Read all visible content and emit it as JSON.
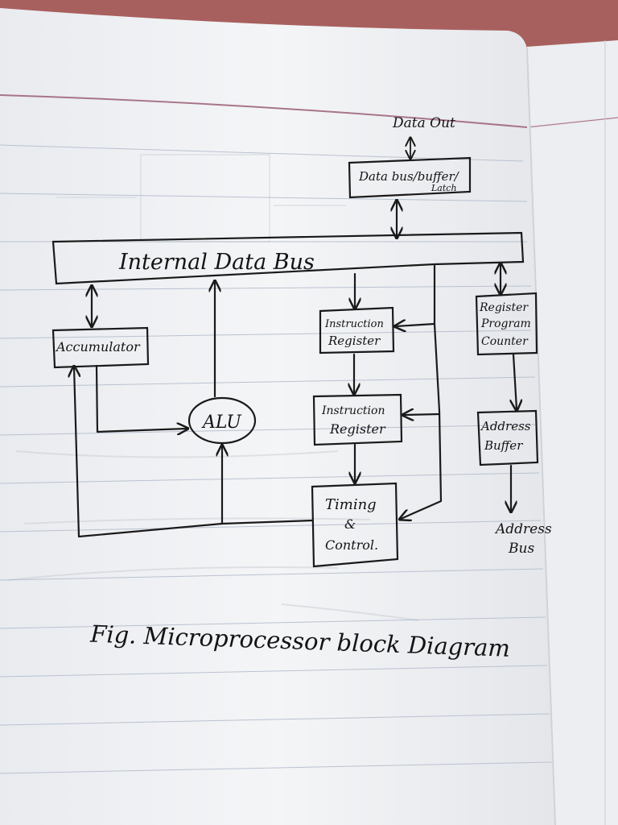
{
  "diagram": {
    "nodes": {
      "data_out": "Data Out",
      "data_bus_buffer_latch": [
        "Data bus/buffer/",
        "Latch"
      ],
      "internal_data_bus": "Internal Data Bus",
      "accumulator": "Accumulator",
      "instruction_register_1": [
        "Instruction",
        "Register"
      ],
      "instruction_register_2": [
        "Instruction",
        "Register"
      ],
      "alu": "ALU",
      "timing_control": [
        "Timing",
        "&",
        "Control."
      ],
      "register_program_counter": [
        "Register",
        "Program",
        "Counter"
      ],
      "address_buffer": [
        "Address",
        "Buffer"
      ],
      "address_bus": [
        "Address",
        "Bus"
      ]
    },
    "edges": [
      {
        "from": "data_out",
        "to": "data_bus_buffer_latch",
        "direction": "both"
      },
      {
        "from": "data_bus_buffer_latch",
        "to": "internal_data_bus",
        "direction": "both"
      },
      {
        "from": "internal_data_bus",
        "to": "accumulator",
        "direction": "both"
      },
      {
        "from": "alu",
        "to": "internal_data_bus",
        "direction": "forward"
      },
      {
        "from": "accumulator",
        "to": "alu",
        "direction": "forward"
      },
      {
        "from": "internal_data_bus",
        "to": "instruction_register_1",
        "direction": "forward"
      },
      {
        "from": "instruction_register_1",
        "to": "instruction_register_2",
        "direction": "forward"
      },
      {
        "from": "instruction_register_2",
        "to": "timing_control",
        "direction": "forward"
      },
      {
        "from": "internal_data_bus",
        "to": "register_program_counter",
        "direction": "both"
      },
      {
        "from": "register_program_counter",
        "to": "address_buffer",
        "direction": "forward"
      },
      {
        "from": "address_buffer",
        "to": "address_bus",
        "direction": "forward"
      },
      {
        "from": "timing_control",
        "to": "alu",
        "direction": "forward"
      },
      {
        "from": "timing_control",
        "to": "accumulator",
        "direction": "forward"
      },
      {
        "from": "internal_data_bus",
        "to": "timing_control",
        "direction": "forward"
      }
    ],
    "caption": "Fig. Microprocessor block Diagram"
  },
  "ink_color": "#1a1a1a",
  "paper_color": "#f3f4f6",
  "margin_line_color": "#b07a8a"
}
